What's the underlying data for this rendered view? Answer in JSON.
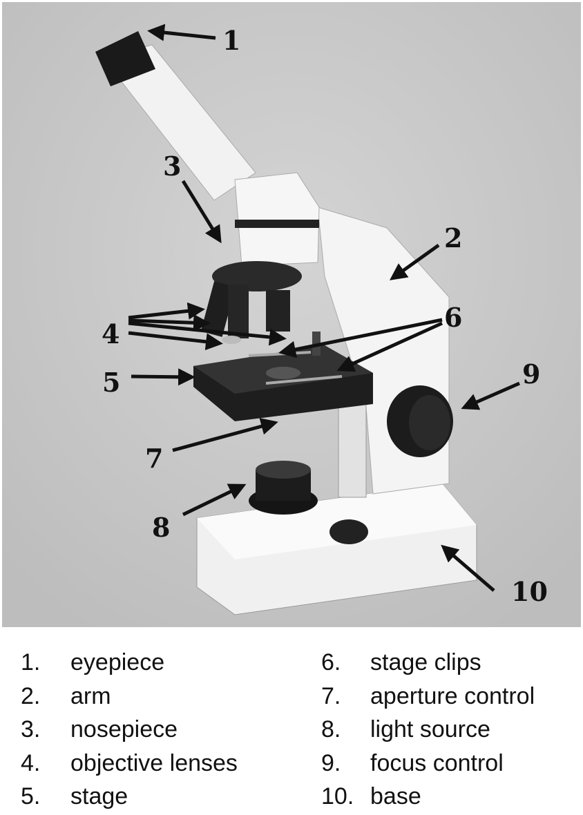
{
  "labels": {
    "eyepiece_num": "1",
    "arm_num": "2",
    "nosepiece_num": "3",
    "objective_num": "4",
    "stage_num": "5",
    "clips_num": "6",
    "aperture_num": "7",
    "light_num": "8",
    "focus_num": "9",
    "base_num": "10"
  },
  "legend": [
    {
      "num": "1.",
      "text": "eyepiece"
    },
    {
      "num": "2.",
      "text": "arm"
    },
    {
      "num": "3.",
      "text": "nosepiece"
    },
    {
      "num": "4.",
      "text": "objective lenses"
    },
    {
      "num": "5.",
      "text": "stage"
    },
    {
      "num": "6.",
      "text": "stage clips"
    },
    {
      "num": "7.",
      "text": "aperture control"
    },
    {
      "num": "8.",
      "text": "light source"
    },
    {
      "num": "9.",
      "text": "focus control"
    },
    {
      "num": "10.",
      "text": "base"
    }
  ],
  "colors": {
    "background": "#c8c8c8",
    "body": "#eeeeee",
    "dark": "#1a1a1a"
  }
}
